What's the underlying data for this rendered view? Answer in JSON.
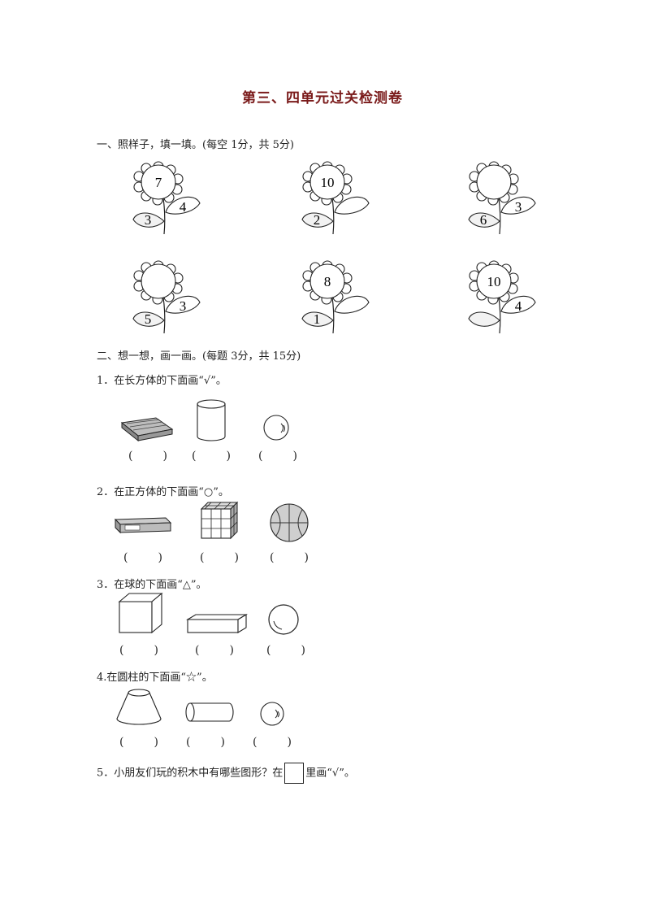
{
  "title": "第三、四单元过关检测卷",
  "section1": {
    "heading": "一、照样子，填一填。(每空 1分，共 5分)",
    "flowers": [
      {
        "center": "7",
        "left_leaf": "3",
        "right_leaf": "4"
      },
      {
        "center": "10",
        "left_leaf": "2",
        "right_leaf": ""
      },
      {
        "center": "",
        "left_leaf": "6",
        "right_leaf": "3"
      },
      {
        "center": "",
        "left_leaf": "5",
        "right_leaf": "3"
      },
      {
        "center": "8",
        "left_leaf": "1",
        "right_leaf": ""
      },
      {
        "center": "10",
        "left_leaf": "",
        "right_leaf": "4"
      }
    ]
  },
  "section2": {
    "heading": "二、想一想，画一画。(每题 3分，共 15分)",
    "q1": "1．在长方体的下面画“√”。",
    "q2": "2．在正方体的下面画“○”。",
    "q3": "3．在球的下面画“△”。",
    "q4": "4.在圆柱的下面画“☆”。",
    "q5_before": "5．小朋友们玩的积木中有哪些图形？在",
    "q5_after": "里画“√”。",
    "paren_open": "(",
    "paren_close": ")"
  },
  "icons": [
    "sunflower",
    "book",
    "cylinder",
    "ball",
    "eraser",
    "rubiks-cube",
    "basketball",
    "cube",
    "cuboid",
    "sphere",
    "frustum",
    "horizontal-cylinder",
    "small-ball"
  ]
}
